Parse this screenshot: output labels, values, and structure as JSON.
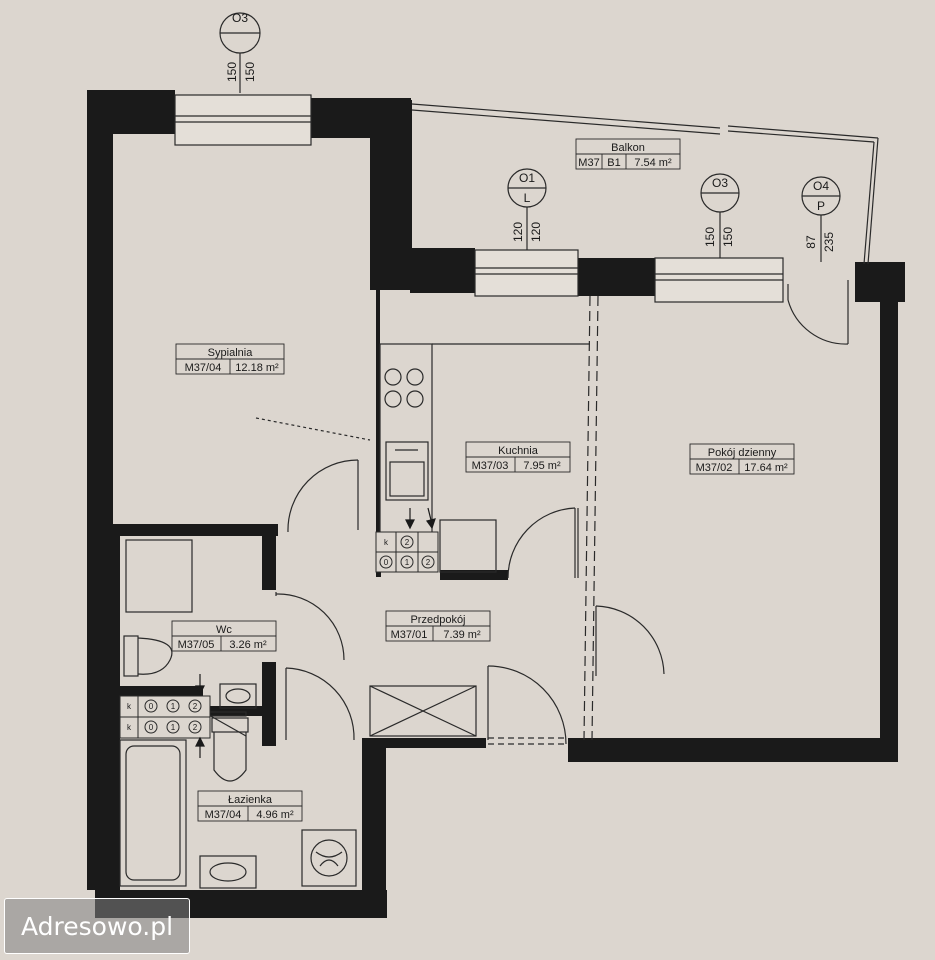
{
  "rooms": {
    "spypialnia": {
      "name": "Sypialnia",
      "code": "M37/04",
      "area": "12.18 m²"
    },
    "balkon": {
      "name": "Balkon",
      "code": "M37",
      "code2": "B1",
      "area": "7.54 m²"
    },
    "kuchnia": {
      "name": "Kuchnia",
      "code": "M37/03",
      "area": "7.95 m²"
    },
    "pokoj": {
      "name": "Pokój dzienny",
      "code": "M37/02",
      "area": "17.64 m²"
    },
    "wc": {
      "name": "Wc",
      "code": "M37/05",
      "area": "3.26 m²"
    },
    "przedpokoj": {
      "name": "Przedpokój",
      "code": "M37/01",
      "area": "7.39 m²"
    },
    "lazienka": {
      "name": "Łazienka",
      "code": "M37/04",
      "area": "4.96 m²"
    }
  },
  "windows": {
    "w1": {
      "tag": "O3",
      "dim_a": "150",
      "dim_b": "150"
    },
    "w2": {
      "tag": "O1",
      "sub": "L",
      "dim_a": "120",
      "dim_b": "120"
    },
    "w3": {
      "tag": "O3",
      "dim_a": "150",
      "dim_b": "150"
    },
    "w4": {
      "tag": "O4",
      "sub": "P",
      "dim_a": "87",
      "dim_b": "235"
    }
  },
  "sockets": {
    "kitchen": {
      "row1": [
        "k",
        "2",
        ""
      ],
      "row2": [
        "0",
        "1",
        "2"
      ]
    },
    "bath": {
      "row1": [
        "k",
        "0",
        "1",
        "2"
      ],
      "row2": [
        "k",
        "0",
        "1",
        "2"
      ]
    }
  },
  "watermark": "Adresowo.pl",
  "colors": {
    "background": "#dcd6cf",
    "wall": "#1a1a1a",
    "line": "#2a2a2a"
  }
}
